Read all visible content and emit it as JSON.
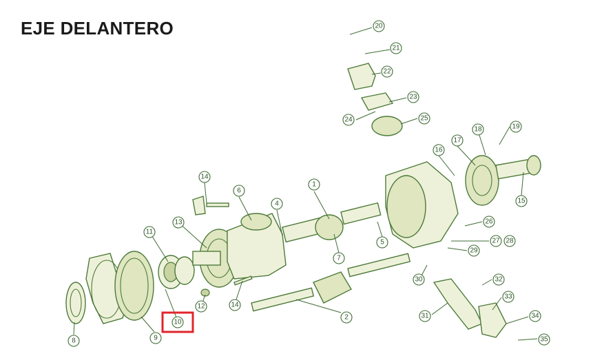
{
  "title": "EJE DELANTERO",
  "highlight_color": "#e0262b",
  "line_color": "#4d7a3a",
  "highlighted_part": "10",
  "callouts": [
    {
      "id": "1",
      "label": "1"
    },
    {
      "id": "2",
      "label": "2"
    },
    {
      "id": "4",
      "label": "4"
    },
    {
      "id": "5",
      "label": "5"
    },
    {
      "id": "6",
      "label": "6"
    },
    {
      "id": "7",
      "label": "7"
    },
    {
      "id": "8",
      "label": "8"
    },
    {
      "id": "9",
      "label": "9"
    },
    {
      "id": "10",
      "label": "10"
    },
    {
      "id": "11",
      "label": "11"
    },
    {
      "id": "12",
      "label": "12"
    },
    {
      "id": "13",
      "label": "13"
    },
    {
      "id": "14a",
      "label": "14"
    },
    {
      "id": "14b",
      "label": "14"
    },
    {
      "id": "15",
      "label": "15"
    },
    {
      "id": "16",
      "label": "16"
    },
    {
      "id": "17",
      "label": "17"
    },
    {
      "id": "18",
      "label": "18"
    },
    {
      "id": "19",
      "label": "19"
    },
    {
      "id": "20",
      "label": "20"
    },
    {
      "id": "21",
      "label": "21"
    },
    {
      "id": "22",
      "label": "22"
    },
    {
      "id": "23",
      "label": "23"
    },
    {
      "id": "24",
      "label": "24"
    },
    {
      "id": "25",
      "label": "25"
    },
    {
      "id": "26",
      "label": "26"
    },
    {
      "id": "27",
      "label": "27"
    },
    {
      "id": "28",
      "label": "28"
    },
    {
      "id": "29",
      "label": "29"
    },
    {
      "id": "30",
      "label": "30"
    },
    {
      "id": "31",
      "label": "31"
    },
    {
      "id": "32",
      "label": "32"
    },
    {
      "id": "33",
      "label": "33"
    },
    {
      "id": "34",
      "label": "34"
    },
    {
      "id": "35",
      "label": "35"
    }
  ]
}
